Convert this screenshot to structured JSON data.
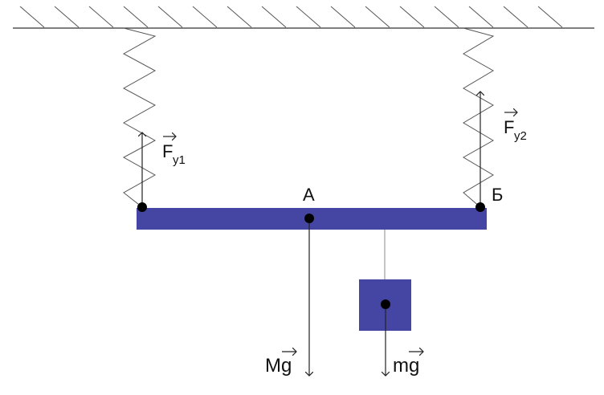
{
  "labels": {
    "point_a": "А",
    "point_b": "Б",
    "force_1": "F",
    "force_1_sub": "y1",
    "force_2": "F",
    "force_2_sub": "y2",
    "weight_beam": "Mg",
    "weight_block": "mg"
  },
  "colors": {
    "beam": "#4545a4",
    "block": "#4545a4",
    "line": "#222222",
    "point": "#000000"
  }
}
